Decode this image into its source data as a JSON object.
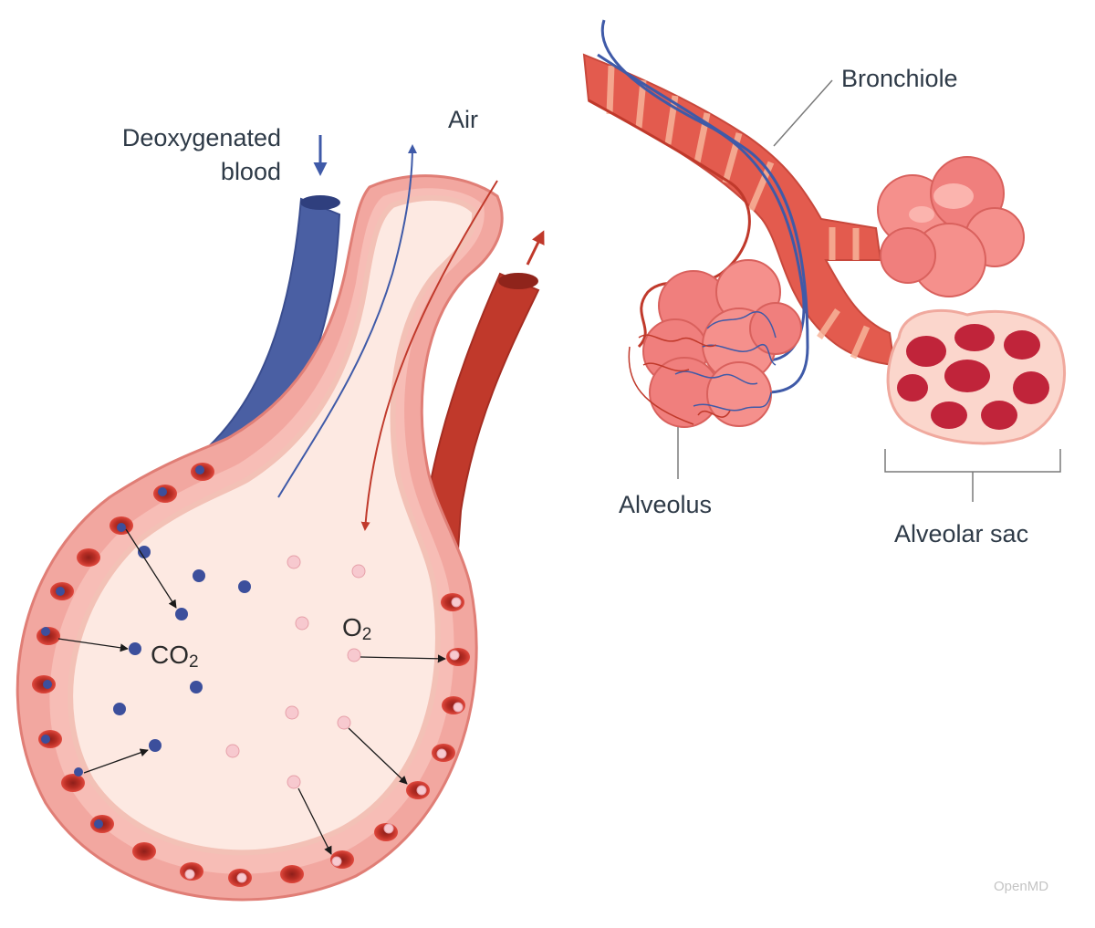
{
  "labels": {
    "deoxygenated_line1": "Deoxygenated",
    "deoxygenated_line2": "blood",
    "air": "Air",
    "bronchiole": "Bronchiole",
    "alveolus": "Alveolus",
    "alveolar_sac": "Alveolar sac",
    "co2_base": "CO",
    "co2_sub": "2",
    "o2_base": "O",
    "o2_sub": "2"
  },
  "watermark": "OpenMD",
  "colors": {
    "deoxygenated_blood": "#4a5fa3",
    "oxygenated_blood": "#c0392b",
    "alveolus_wall": "#f2a7a0",
    "alveolus_inner": "#fde9e2",
    "red_blood_cell": "#d9443a",
    "co2_molecule": "#3c4f9c",
    "o2_molecule": "#f7c9cf",
    "air_flow_in": "#3f5aa8",
    "air_flow_out": "#c0392b",
    "label_text": "#2e3a47"
  }
}
